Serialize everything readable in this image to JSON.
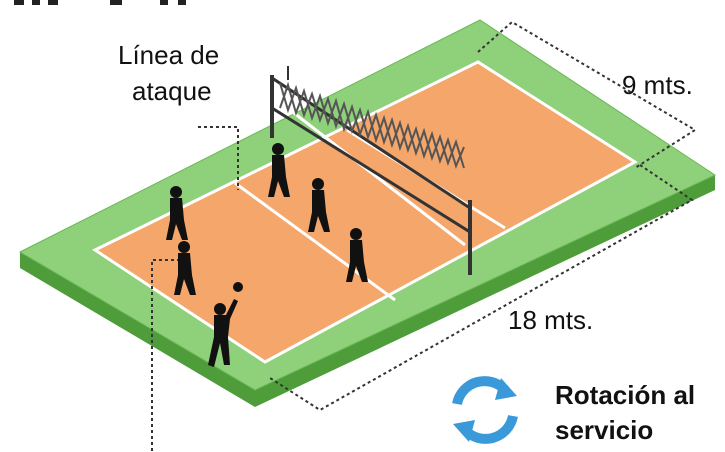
{
  "labels": {
    "attack_line_1": "Línea de",
    "attack_line_2": "ataque",
    "width": "9 mts.",
    "length": "18 mts.",
    "rotation_1": "Rotación al",
    "rotation_2": "servicio"
  },
  "icons": {
    "rotation": "rotate-arrows-icon",
    "players": "player-silhouette-icon",
    "ball": "ball-icon"
  },
  "colors": {
    "outer_green": "#8fd07a",
    "outer_green_edge": "#4f9c3a",
    "court_orange": "#f5a66a",
    "court_line": "#ffffff",
    "net_dark": "#333333",
    "rotation_blue": "#3a9ad9",
    "player": "#111111"
  }
}
